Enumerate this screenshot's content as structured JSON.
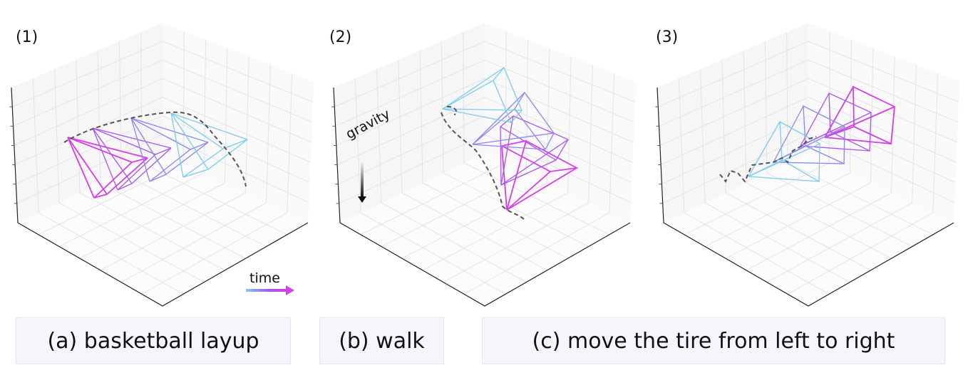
{
  "panels": [
    {
      "label": "(1)",
      "caption": "(a) basketball layup"
    },
    {
      "label": "(2)",
      "caption": "(b) walk"
    },
    {
      "label": "(3)",
      "caption": "(c) move the tire from left to right"
    }
  ],
  "annotations": {
    "time": "time",
    "gravity": "gravity"
  },
  "colors": {
    "frames": [
      "#d63ee6",
      "#a855f0",
      "#8a86f2",
      "#7ccbf0"
    ],
    "trajectory": "#555555",
    "axis": "#222222",
    "grid": "#e4e4e4"
  }
}
